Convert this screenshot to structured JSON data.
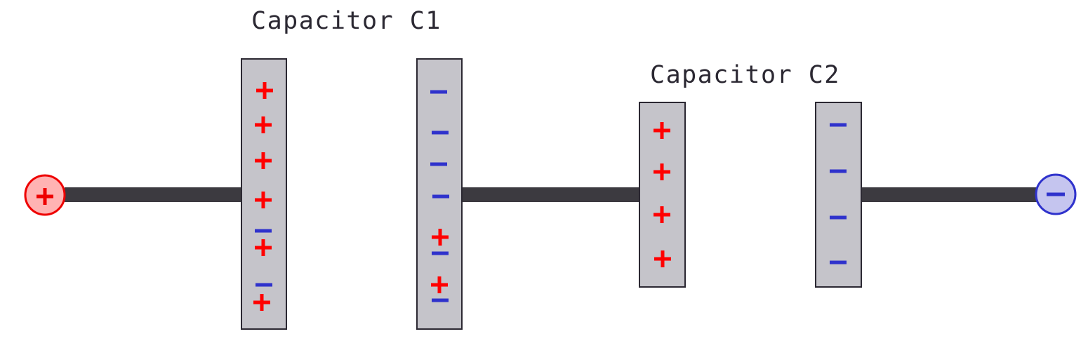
{
  "capacitors": [
    {
      "id": "C1",
      "label": "Capacitor C1"
    },
    {
      "id": "C2",
      "label": "Capacitor C2"
    }
  ],
  "plates": {
    "c1_left": {
      "charge": "positive",
      "count": 6
    },
    "c1_right": {
      "charge": "negative",
      "count": 6
    },
    "c2_left": {
      "charge": "positive",
      "count": 4
    },
    "c2_right": {
      "charge": "negative",
      "count": 4
    }
  },
  "induced_charges": {
    "c1_left_extra_negative": 2,
    "c1_right_extra_positive": 2
  },
  "terminals": {
    "positive": {
      "sign": "+"
    },
    "negative": {
      "sign": "−"
    }
  },
  "colors": {
    "positive": "#ff0000",
    "negative": "#2f32cc",
    "wire": "#3c3a40",
    "plate": "#c5c4ca",
    "positive_terminal_fill": "#ffb3b3",
    "negative_terminal_fill": "#c5c5ef"
  },
  "icons": {
    "positive_charge": "plus-sign-icon",
    "negative_charge": "minus-sign-icon"
  }
}
